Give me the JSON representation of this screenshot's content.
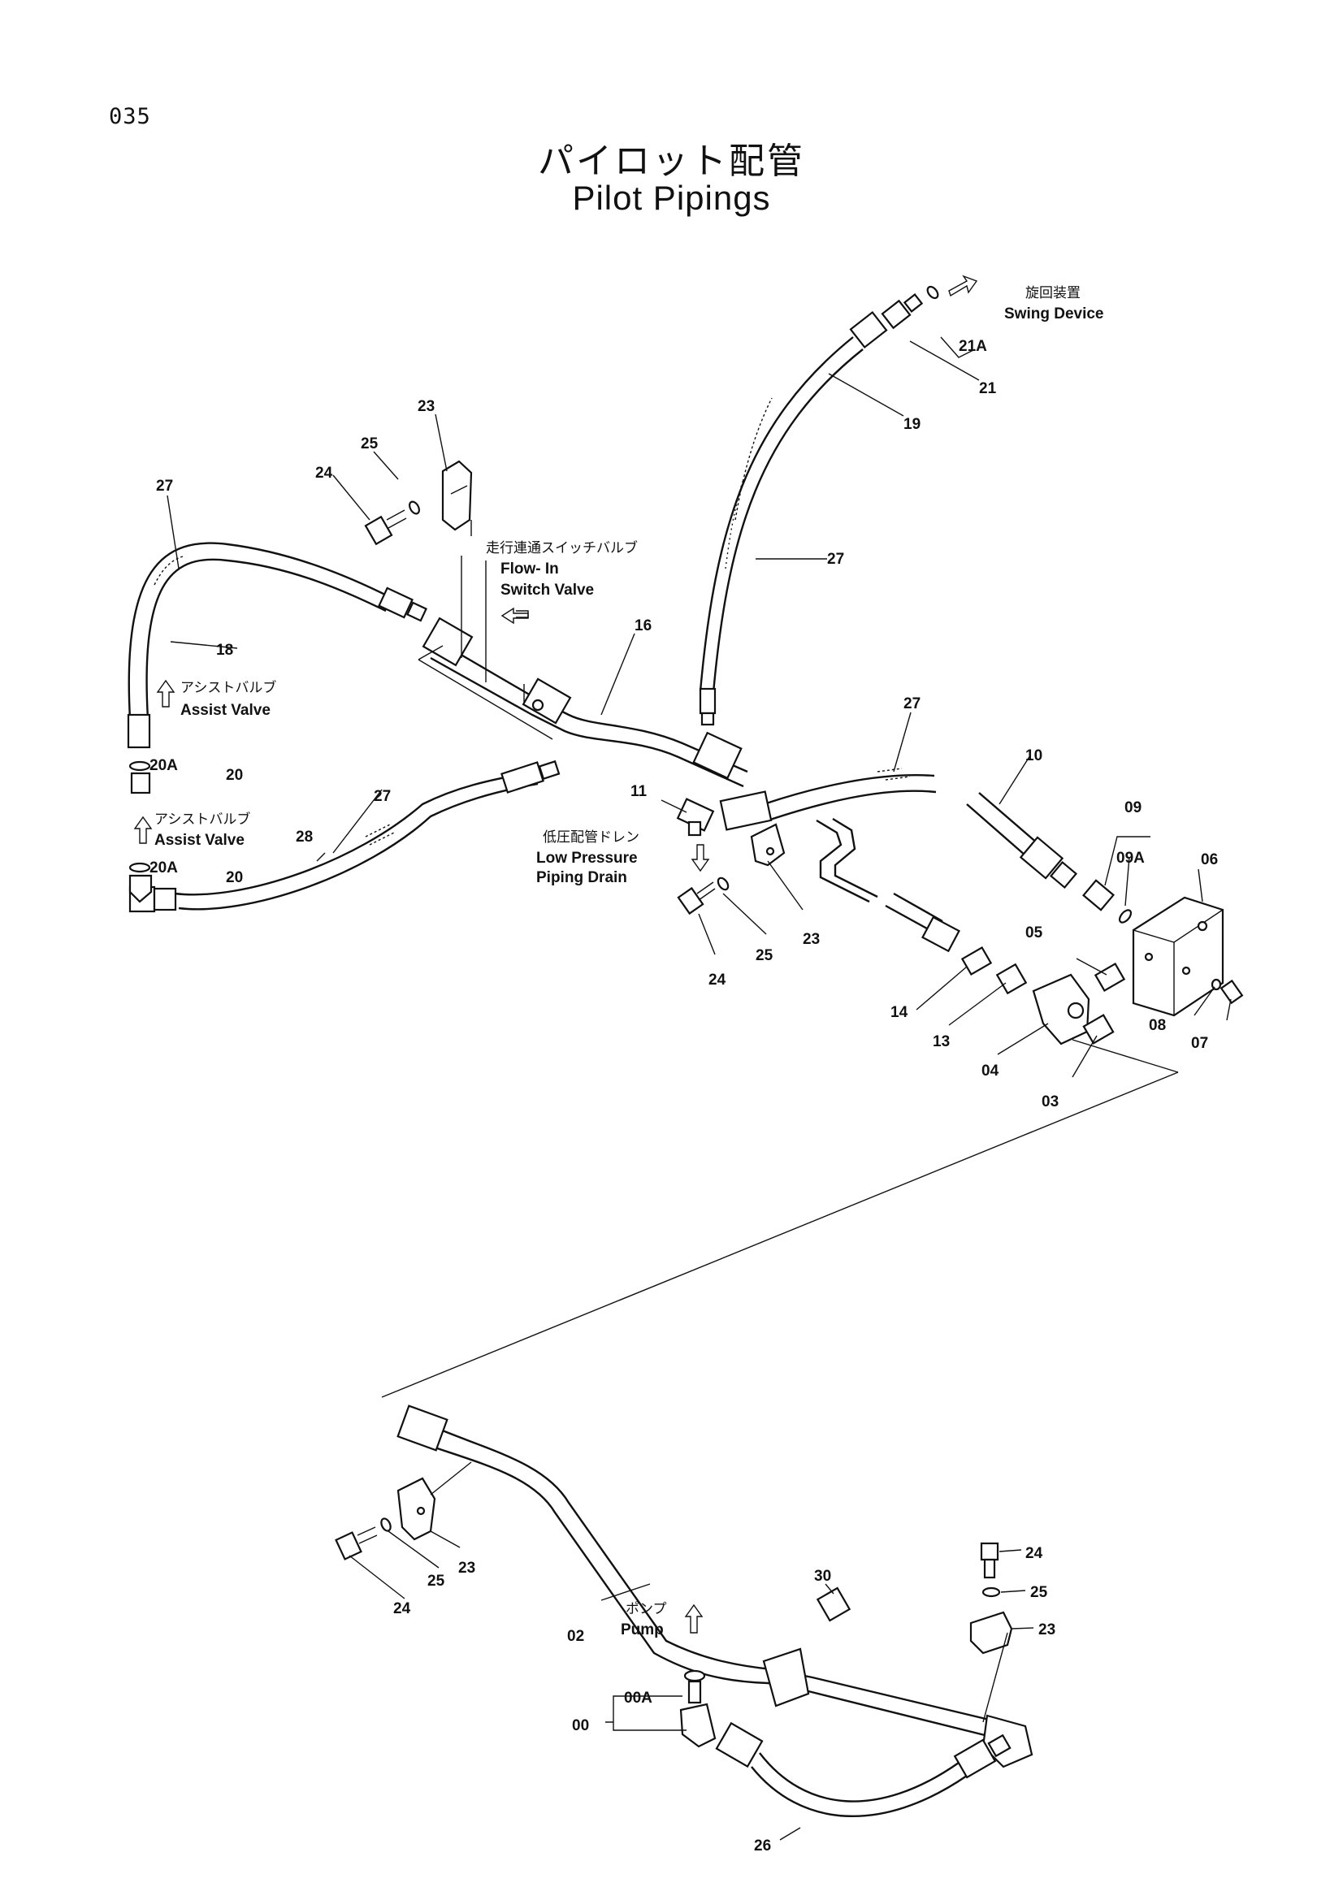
{
  "page_number": "035",
  "title_ja": "パイロット配管",
  "title_en": "Pilot Pipings",
  "captions": {
    "swing_ja": "旋回装置",
    "swing_en": "Swing Device",
    "flowin_ja": "走行連通スイッチバルブ",
    "flowin_en1": "Flow- In",
    "flowin_en2": "Switch Valve",
    "assist1_ja": "アシストバルブ",
    "assist1_en": "Assist Valve",
    "assist2_ja": "アシストバルブ",
    "assist2_en": "Assist Valve",
    "drain_ja": "低圧配管ドレン",
    "drain_en1": "Low Pressure",
    "drain_en2": "Piping Drain",
    "pump_ja": "ポンプ",
    "pump_en": "Pump"
  },
  "part_labels": {
    "p21a": "21A",
    "p21": "21",
    "p19": "19",
    "p27a": "27",
    "p23a": "23",
    "p25a": "25",
    "p24a": "24",
    "p27b": "27",
    "p18": "18",
    "p16": "16",
    "p20a_1": "20A",
    "p20_1": "20",
    "p27c": "27",
    "p28": "28",
    "p20a_2": "20A",
    "p20_2": "20",
    "p27d": "27",
    "p10": "10",
    "p11": "11",
    "p09": "09",
    "p09a": "09A",
    "p06": "06",
    "p23b": "23",
    "p25b": "25",
    "p24b": "24",
    "p05": "05",
    "p14": "14",
    "p13": "13",
    "p04": "04",
    "p03": "03",
    "p08": "08",
    "p07": "07",
    "p24c": "24",
    "p25c": "25",
    "p23c": "23",
    "p30": "30",
    "p02": "02",
    "p23d": "23",
    "p25d": "25",
    "p24d": "24",
    "p00a": "00A",
    "p00": "00",
    "p26": "26"
  }
}
